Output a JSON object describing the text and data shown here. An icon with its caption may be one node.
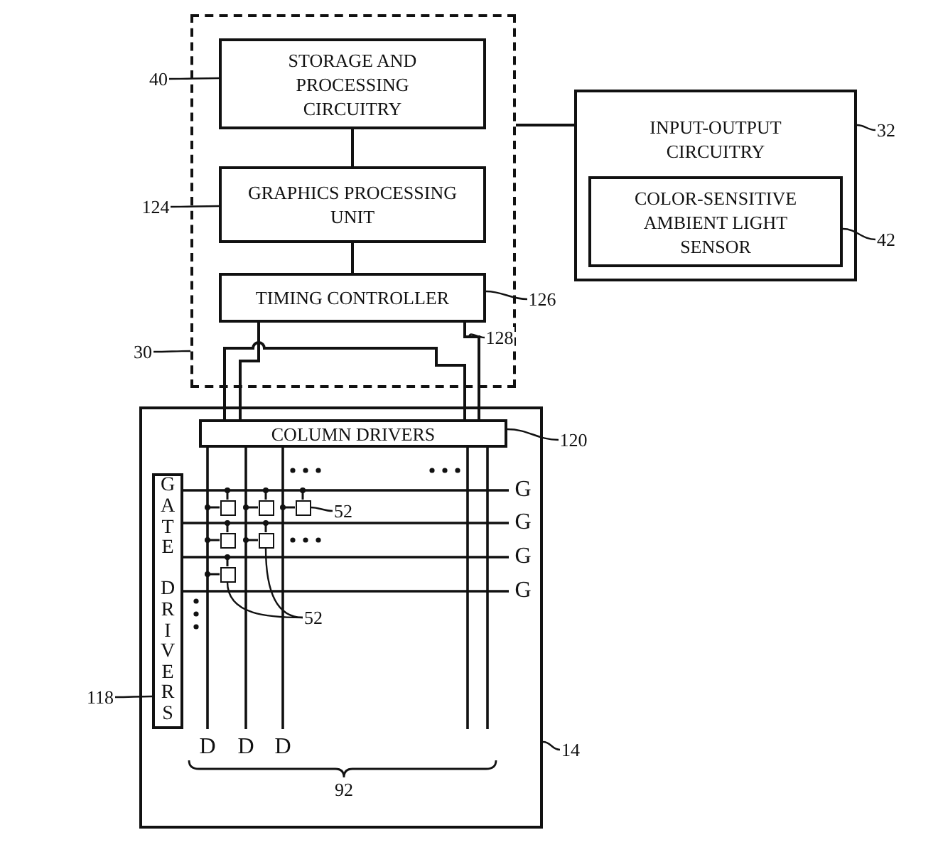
{
  "diagram": {
    "nodes": [
      {
        "text": [],
        "shape": "box"
      },
      {
        "text": [
          "STORAGE AND PROCESSING CIRCUITRY"
        ],
        "in": 0
      },
      {
        "text": [
          "GRAPHICS PROCESSING UNIT"
        ],
        "in": 0
      },
      {
        "text": [
          "TIMING CONTROLLER"
        ],
        "in": 0
      },
      {
        "text": [
          "INPUT-OUTPUT CIRCUITRY"
        ]
      },
      {
        "text": [
          "COLOR-SENSITIVE AMBIENT LIGHT SENSOR"
        ],
        "in": 4
      },
      {
        "text": [],
        "shape": "box"
      },
      {
        "text": [
          "COLUMN DRIVERS"
        ],
        "in": 6
      },
      {
        "text": [
          "GATE DRIVERS"
        ],
        "in": 6
      },
      {
        "text": [],
        "shape": "box",
        "in": 6
      },
      {
        "text": [],
        "shape": "box",
        "in": 6
      },
      {
        "text": [],
        "shape": "box",
        "in": 6
      },
      {
        "text": [],
        "shape": "box",
        "in": 6
      },
      {
        "text": [],
        "shape": "box",
        "in": 6
      },
      {
        "text": [],
        "shape": "box",
        "in": 6
      },
      {
        "text": [
          "30"
        ]
      },
      {
        "text": [
          "40"
        ]
      },
      {
        "text": [
          "124"
        ]
      },
      {
        "text": [
          "126"
        ]
      },
      {
        "text": [
          "128"
        ],
        "in": 0
      },
      {
        "text": [
          "32"
        ]
      },
      {
        "text": [
          "42"
        ]
      },
      {
        "text": [
          "120"
        ]
      },
      {
        "text": [
          "14"
        ]
      },
      {
        "text": [
          "118"
        ]
      },
      {
        "text": [
          "52"
        ],
        "in": 6
      },
      {
        "text": [
          "52"
        ],
        "in": 6
      }
    ],
    "edges": [
      {
        "from": 1,
        "to": 2,
        "arrow": "none"
      },
      {
        "from": 2,
        "to": 3,
        "arrow": "none"
      },
      {
        "from": 0,
        "to": 4,
        "arrow": "none"
      },
      {
        "from": 3,
        "to": 7,
        "arrow": "none"
      },
      {
        "from": 3,
        "to": 7,
        "arrow": "none"
      },
      {
        "from": 7,
        "to": 7,
        "arrow": "none"
      },
      {
        "from": 15,
        "to": 0,
        "arrow": "none"
      },
      {
        "from": 16,
        "to": 1,
        "arrow": "none"
      },
      {
        "from": 17,
        "to": 2,
        "arrow": "none"
      },
      {
        "from": 18,
        "to": 3,
        "arrow": "none"
      },
      {
        "from": 19,
        "to": null,
        "arrow": "none"
      },
      {
        "from": 20,
        "to": 4,
        "arrow": "none"
      },
      {
        "from": 21,
        "to": 5,
        "arrow": "none"
      },
      {
        "from": 22,
        "to": 7,
        "arrow": "none"
      },
      {
        "from": 23,
        "to": 6,
        "arrow": "none"
      },
      {
        "from": 24,
        "to": 8,
        "arrow": "none"
      },
      {
        "from": 25,
        "to": 11,
        "arrow": "none"
      },
      {
        "from": 26,
        "to": 14,
        "arrow": "none"
      },
      {
        "from": 26,
        "to": 13,
        "arrow": "none"
      }
    ],
    "labels": [
      "G",
      "G",
      "G",
      "G",
      "D",
      "D",
      "D",
      "92"
    ]
  }
}
